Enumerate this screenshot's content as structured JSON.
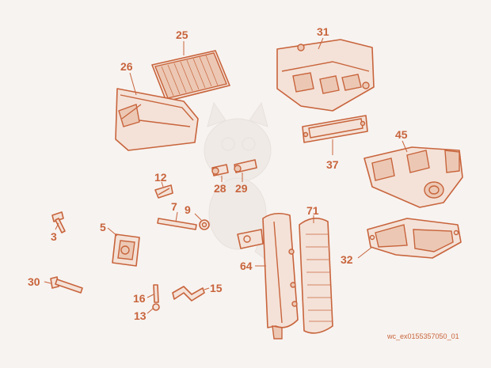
{
  "diagram": {
    "callouts": {
      "p25": "25",
      "p26": "26",
      "p31": "31",
      "p37": "37",
      "p45": "45",
      "p12": "12",
      "p28": "28",
      "p29": "29",
      "p7": "7",
      "p9": "9",
      "p71": "71",
      "p3": "3",
      "p5": "5",
      "p64": "64",
      "p32": "32",
      "p30": "30",
      "p16": "16",
      "p15": "15",
      "p13": "13"
    },
    "image_code": "wc_ex0155357050_01"
  },
  "colors": {
    "line": "#c8643c",
    "fill": "#f4e2d8",
    "background": "#f7f3f0"
  }
}
